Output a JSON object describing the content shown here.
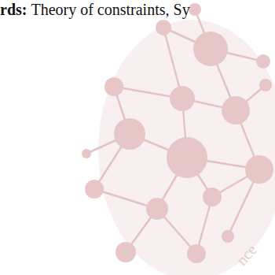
{
  "diagram": {
    "labels": [
      "rds:",
      "Theory of constraints, Sy",
      "nce"
    ]
  }
}
